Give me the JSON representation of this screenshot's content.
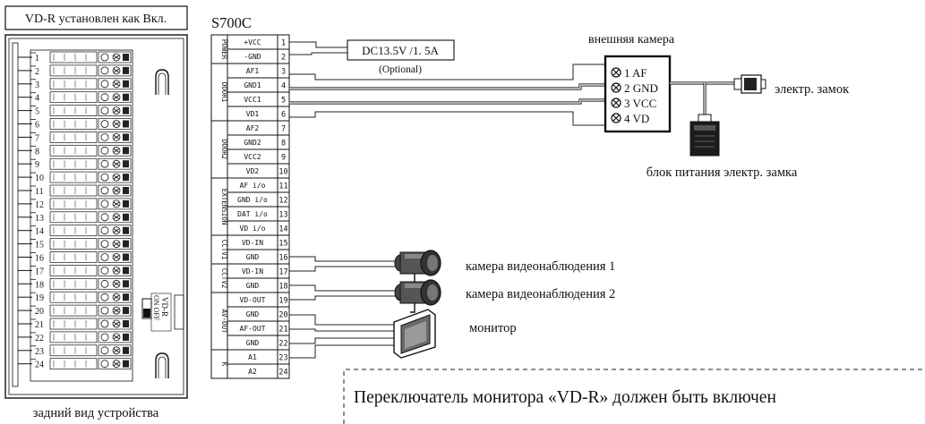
{
  "device": {
    "note": "VD-R установлен как Вкл.",
    "caption": "задний вид устройства",
    "terminals": [
      "1",
      "2",
      "3",
      "4",
      "5",
      "6",
      "7",
      "8",
      "9",
      "10",
      "11",
      "12",
      "13",
      "14",
      "15",
      "16",
      "17",
      "18",
      "19",
      "20",
      "21",
      "22",
      "23",
      "24"
    ],
    "switch_label": "VD-R",
    "switch_states": "ON OFF"
  },
  "block": {
    "model": "S700C",
    "groups": [
      {
        "name": "POWER",
        "pins": [
          {
            "label": "+VCC",
            "num": "1"
          },
          {
            "label": "-GND",
            "num": "2"
          }
        ]
      },
      {
        "name": "DOOR1",
        "pins": [
          {
            "label": "AF1",
            "num": "3"
          },
          {
            "label": "GND1",
            "num": "4"
          },
          {
            "label": "VCC1",
            "num": "5"
          },
          {
            "label": "VD1",
            "num": "6"
          }
        ]
      },
      {
        "name": "DOOR2",
        "pins": [
          {
            "label": "AF2",
            "num": "7"
          },
          {
            "label": "GND2",
            "num": "8"
          },
          {
            "label": "VCC2",
            "num": "9"
          },
          {
            "label": "VD2",
            "num": "10"
          }
        ]
      },
      {
        "name": "EXTENSION",
        "pins": [
          {
            "label": "AF i/o",
            "num": "11"
          },
          {
            "label": "GND i/o",
            "num": "12"
          },
          {
            "label": "DAT i/o",
            "num": "13"
          },
          {
            "label": "VD i/o",
            "num": "14"
          }
        ]
      },
      {
        "name": "CCTV1",
        "pins": [
          {
            "label": "VD-IN",
            "num": "15"
          },
          {
            "label": "GND",
            "num": "16"
          }
        ]
      },
      {
        "name": "CCTV2",
        "pins": [
          {
            "label": "VD-IN",
            "num": "17"
          },
          {
            "label": "GND",
            "num": "18"
          }
        ]
      },
      {
        "name": "AV-OUT",
        "pins": [
          {
            "label": "VD-OUT",
            "num": "19"
          },
          {
            "label": "GND",
            "num": "20"
          },
          {
            "label": "AF-OUT",
            "num": "21"
          },
          {
            "label": "GND",
            "num": "22"
          }
        ]
      },
      {
        "name": "K",
        "pins": [
          {
            "label": "A1",
            "num": "23"
          },
          {
            "label": "A2",
            "num": "24"
          }
        ]
      }
    ]
  },
  "power_supply": {
    "label": "DC13.5V /1. 5A",
    "optional": "(Optional)"
  },
  "outdoor_camera": {
    "title": "внешняя камера",
    "terminals": [
      "1 AF",
      "2 GND",
      "3 VCC",
      "4 VD"
    ]
  },
  "lock": {
    "label": "электр. замок",
    "psu_label": "блок питания электр. замка"
  },
  "cctv": {
    "camera1": "камера видеонаблюдения 1",
    "camera2": "камера видеонаблюдения 2",
    "monitor": "монитор"
  },
  "notice": "Переключатель монитора «VD-R» должен быть включен"
}
